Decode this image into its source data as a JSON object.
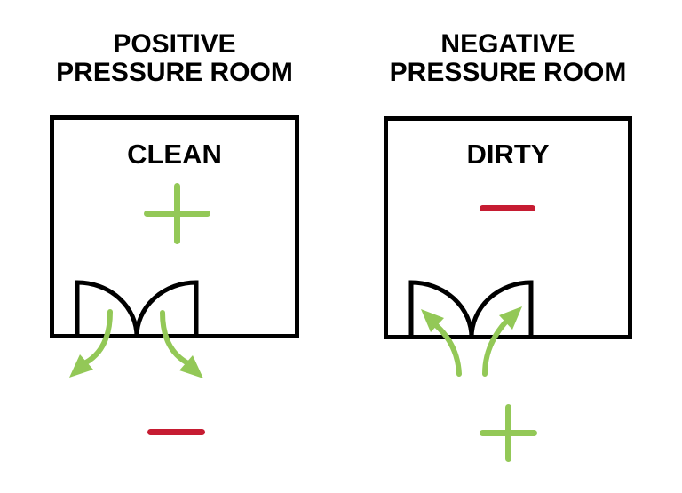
{
  "colors": {
    "positive_green": "#93C857",
    "negative_red": "#C61C32",
    "line_black": "#000000",
    "background_white": "#FFFFFF"
  },
  "left": {
    "title_line1": "POSITIVE",
    "title_line2": "PRESSURE ROOM",
    "room_label": "CLEAN",
    "inside_icon": "plus-icon",
    "below_icon": "minus-icon"
  },
  "right": {
    "title_line1": "NEGATIVE",
    "title_line2": "PRESSURE ROOM",
    "room_label": "DIRTY",
    "inside_icon": "minus-icon",
    "below_icon": "plus-icon"
  },
  "icons": {
    "door": "double-door-swing-icon",
    "outflow": "airflow-out-arrows-icon",
    "inflow": "airflow-in-arrows-icon"
  }
}
